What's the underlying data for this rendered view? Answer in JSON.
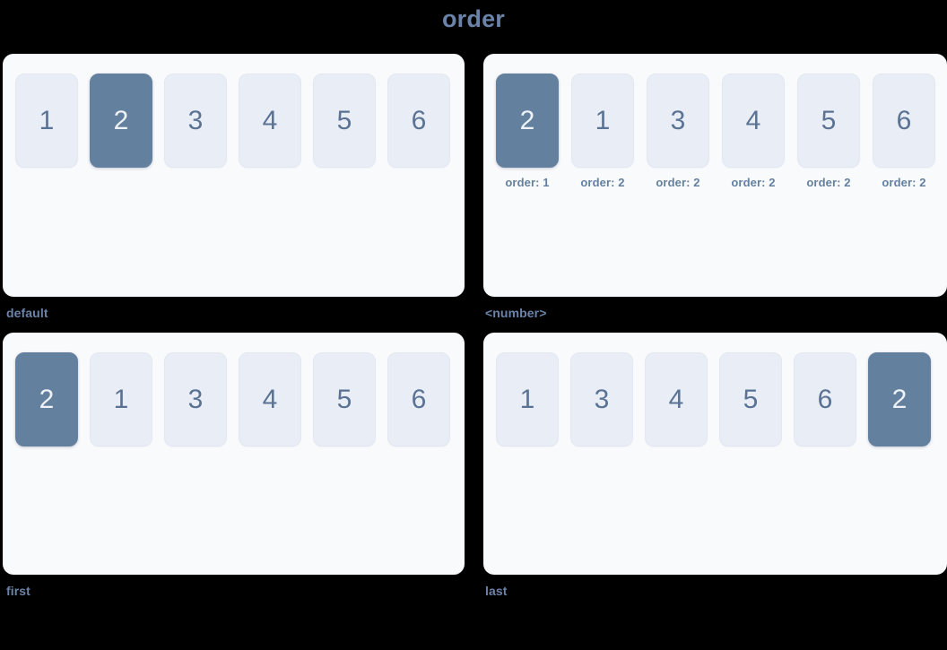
{
  "title": "order",
  "theme": {
    "background": "#000000",
    "panel_background": "#f9fafc",
    "item_background": "#e9edf5",
    "item_active_background": "#64809f",
    "item_text": "#5a7293",
    "item_active_text": "#eef2f7",
    "label_text": "#6b83a8",
    "caption_text": "#64809f"
  },
  "panels": [
    {
      "label": "default",
      "items": [
        {
          "value": "1",
          "active": false,
          "caption": ""
        },
        {
          "value": "2",
          "active": true,
          "caption": ""
        },
        {
          "value": "3",
          "active": false,
          "caption": ""
        },
        {
          "value": "4",
          "active": false,
          "caption": ""
        },
        {
          "value": "5",
          "active": false,
          "caption": ""
        },
        {
          "value": "6",
          "active": false,
          "caption": ""
        }
      ]
    },
    {
      "label": "<number>",
      "items": [
        {
          "value": "2",
          "active": true,
          "caption": "order: 1"
        },
        {
          "value": "1",
          "active": false,
          "caption": "order: 2"
        },
        {
          "value": "3",
          "active": false,
          "caption": "order: 2"
        },
        {
          "value": "4",
          "active": false,
          "caption": "order: 2"
        },
        {
          "value": "5",
          "active": false,
          "caption": "order: 2"
        },
        {
          "value": "6",
          "active": false,
          "caption": "order: 2"
        }
      ]
    },
    {
      "label": "first",
      "items": [
        {
          "value": "2",
          "active": true,
          "caption": ""
        },
        {
          "value": "1",
          "active": false,
          "caption": ""
        },
        {
          "value": "3",
          "active": false,
          "caption": ""
        },
        {
          "value": "4",
          "active": false,
          "caption": ""
        },
        {
          "value": "5",
          "active": false,
          "caption": ""
        },
        {
          "value": "6",
          "active": false,
          "caption": ""
        }
      ]
    },
    {
      "label": "last",
      "items": [
        {
          "value": "1",
          "active": false,
          "caption": ""
        },
        {
          "value": "3",
          "active": false,
          "caption": ""
        },
        {
          "value": "4",
          "active": false,
          "caption": ""
        },
        {
          "value": "5",
          "active": false,
          "caption": ""
        },
        {
          "value": "6",
          "active": false,
          "caption": ""
        },
        {
          "value": "2",
          "active": true,
          "caption": ""
        }
      ]
    }
  ]
}
